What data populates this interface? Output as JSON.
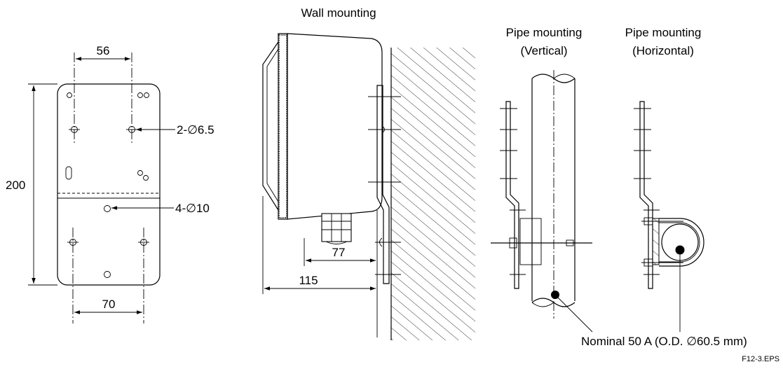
{
  "titles": {
    "wall": "Wall mounting",
    "pipe_vertical_line1": "Pipe mounting",
    "pipe_vertical_line2": "(Vertical)",
    "pipe_horizontal_line1": "Pipe mounting",
    "pipe_horizontal_line2": "(Horizontal)"
  },
  "dimensions": {
    "top_width": "56",
    "height": "200",
    "bottom_width": "70",
    "depth_short": "77",
    "depth_long": "115"
  },
  "callouts": {
    "holes_small": "2-∅6.5",
    "holes_large": "4-∅10",
    "pipe_note": "Nominal 50 A (O.D. ∅60.5 mm)"
  },
  "file_code": "F12-3.EPS"
}
